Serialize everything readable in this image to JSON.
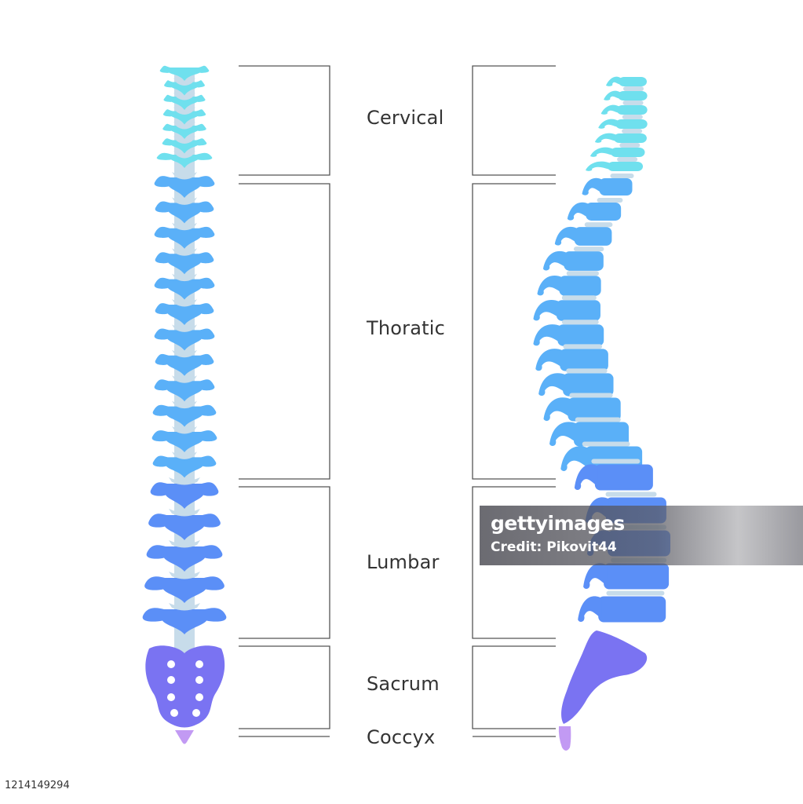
{
  "regions": {
    "cervical": {
      "label": "Cervical",
      "color": "#6fe0ee",
      "count": 7
    },
    "thoracic": {
      "label": "Thoratic",
      "color": "#5ab0f8",
      "count": 12
    },
    "lumbar": {
      "label": "Lumbar",
      "color": "#5b8ff7",
      "count": 5
    },
    "sacrum": {
      "label": "Sacrum",
      "color": "#7a73f2"
    },
    "coccyx": {
      "label": "Coccyx",
      "color": "#c29af3"
    }
  },
  "disc_color": "#c7dcea",
  "bracket_color": "#555555",
  "watermark": {
    "brand": "gettyimages",
    "credit": "Credit: Pikovit44"
  },
  "stock_id": "1214149294"
}
